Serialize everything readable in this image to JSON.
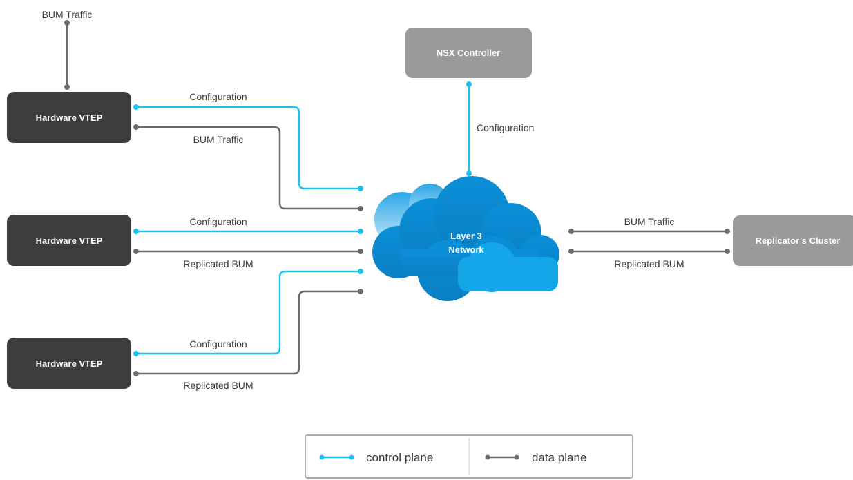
{
  "nodes": {
    "vtep1": "Hardware VTEP",
    "vtep2": "Hardware VTEP",
    "vtep3": "Hardware VTEP",
    "controller": "NSX Controller",
    "replicator": "Replicator’s Cluster",
    "network_line1": "Layer 3",
    "network_line2": "Network"
  },
  "edge_labels": {
    "top_bum": "BUM Traffic",
    "v1_config": "Configuration",
    "v1_bum": "BUM Traffic",
    "controller_config": "Configuration",
    "v2_config": "Configuration",
    "v2_replicated": "Replicated BUM",
    "v3_config": "Configuration",
    "v3_replicated": "Replicated BUM",
    "rep_bum": "BUM Traffic",
    "rep_replicated": "Replicated BUM"
  },
  "legend": {
    "control": "control plane",
    "data": "data plane"
  },
  "colors": {
    "control": "#19c2f0",
    "data": "#6b6b6b",
    "vtep_box": "#3d3d3d",
    "gray_box": "#9a9a9a",
    "cloud": "#0a8ad0"
  }
}
